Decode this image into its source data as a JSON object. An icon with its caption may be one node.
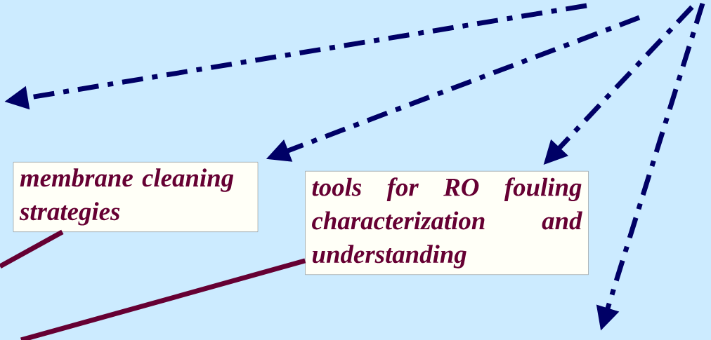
{
  "diagram": {
    "nodes": [
      {
        "text": [
          "membrane cleaning strategies"
        ]
      },
      {
        "text": [
          "tools for RO fouling characterization and understanding"
        ]
      }
    ],
    "edges": [
      {
        "from": null,
        "to": 0,
        "arrow": "to",
        "style": "dashed"
      },
      {
        "from": null,
        "to": 1,
        "arrow": "to",
        "style": "dashed"
      },
      {
        "from": null,
        "to": 0,
        "arrow": "none",
        "color": "#660033"
      },
      {
        "from": null,
        "to": 1,
        "arrow": "none",
        "color": "#660033"
      }
    ]
  }
}
